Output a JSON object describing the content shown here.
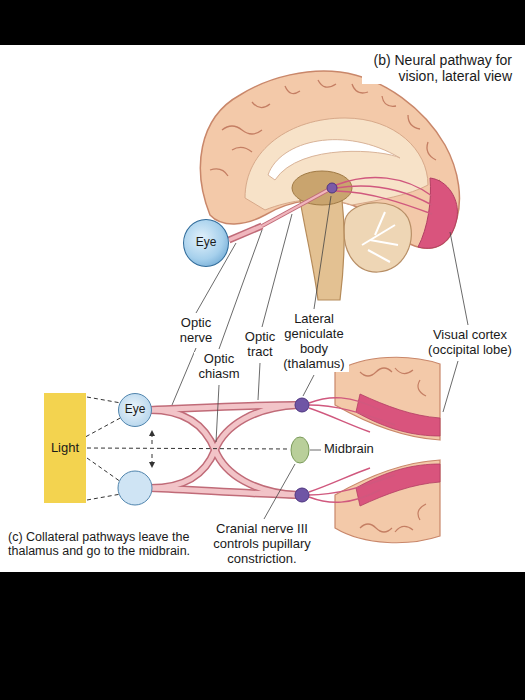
{
  "diagram": {
    "title": "(b) Neural pathway for vision, lateral view",
    "caption": "(c) Collateral pathways leave the thalamus and go to the midbrain.",
    "nodes": [
      {
        "text": [
          "Eye"
        ]
      },
      {
        "text": [
          "Light"
        ]
      },
      {
        "text": [
          "Eye"
        ]
      }
    ],
    "edges": [
      {
        "from": 1,
        "to": 2,
        "arrow": "none"
      }
    ],
    "labels": [
      "Optic nerve",
      "Optic chiasm",
      "Optic tract",
      "Lateral geniculate body (thalamus)",
      "Visual cortex (occipital lobe)",
      "Midbrain",
      "Cranial nerve III controls pupillary constriction."
    ]
  }
}
